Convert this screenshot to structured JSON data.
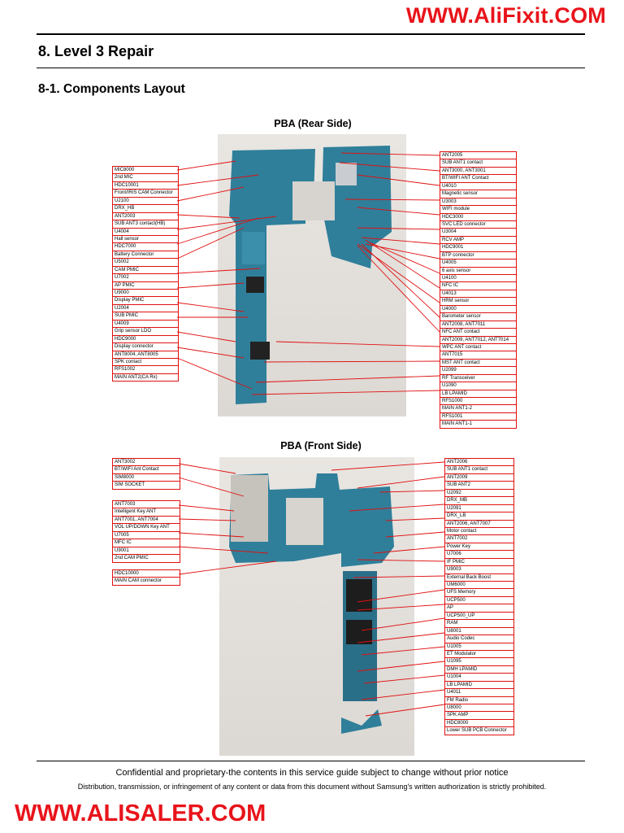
{
  "watermark_top": "WWW.AliFixit.COM",
  "watermark_bottom": "WWW.ALISALER.COM",
  "heading": "8. Level 3 Repair",
  "subheading": "8-1. Components Layout",
  "rear": {
    "title": "PBA (Rear Side)",
    "left_labels": [
      "MIC8000",
      "2nd MIC",
      "HDC10001",
      "Front/IRIS CAM Connector",
      "U2100",
      "DRX_HB",
      "ANT2003",
      "SUB ANT3 contact(HB)",
      "U4004",
      "Hall sensor",
      "HDC7000",
      "Battery Connector",
      "U5002",
      "CAM PMIC",
      "U7002",
      "AP PMIC",
      "U9000",
      "Display PMIC",
      "U2004",
      "SUB PMIC",
      "U4009",
      "Grip sensor LDO",
      "HDC9000",
      "Display connector",
      "ANT8004, ANT8005",
      "SPK contact",
      "RFS1002",
      "MAIN ANT2(CA Rx)"
    ],
    "right_labels": [
      "ANT2005",
      "SUB ANT1 contact",
      "ANT3000, ANT3001",
      "BT/WIFI ANT Contact",
      "U4010",
      "Magnetic sensor",
      "U3003",
      "WIFI module",
      "HDC3000",
      "SVC LED connector",
      "U3004",
      "RCV AMP",
      "HDC9001",
      "BTP connector",
      "U4005",
      "6 axis sensor",
      "U4100",
      "NFC IC",
      "U4013",
      "HRM sensor",
      "U4000",
      "Barometer sensor",
      "ANT2008, ANT7011",
      "NFC ANT contact",
      "ANT2009, ANT7012, ANT7014",
      "WPC ANT contact",
      "ANT7015",
      "MST ANT contact",
      "U2099",
      "RF Transceiver",
      "U1090",
      "LB LPAMID",
      "RFS1000",
      "MAIN ANT1-2",
      "RFS1001",
      "MAIN ANT1-1"
    ]
  },
  "front": {
    "title": "PBA (Front Side)",
    "left_labels": [
      "ANT3002",
      "BT/WIFI Ant Contact",
      "SIM8000",
      "SIM SOCKET",
      "ANT7003",
      "Intelligent Key ANT",
      "ANT7001, ANT7004",
      "VOL UP/DOWN Key ANT",
      "U7005",
      "MFC IC",
      "U9001",
      "2nd CAM PMIC",
      "HDC10000",
      "MAIN CAM connector"
    ],
    "right_labels": [
      "ANT2006",
      "SUB ANT1 contact",
      "ANT2009",
      "SUB ANT2",
      "U2092",
      "DRX_MB",
      "U2091",
      "DRX_LB",
      "ANT2006, ANT7007",
      "Motor contact",
      "ANT7002",
      "Power Key",
      "U7006",
      "IF PMIC",
      "U9003",
      "External Back Boost",
      "UM6000",
      "UFS Memory",
      "UCP500",
      "AP",
      "UCP500_UP",
      "RAM",
      "U8001",
      "Audio Codec",
      "U1005",
      "ET Modulator",
      "U1095",
      "DMH LPAMID",
      "U1004",
      "LB LPAMID",
      "U4011",
      "FM Radio",
      "U8000",
      "SPK AMP",
      "HDC8000",
      "Lower SUB PCB Connector"
    ]
  },
  "footer_line1": "Confidential and proprietary-the contents in this service guide subject to change without prior notice",
  "footer_line2": "Distribution, transmission, or infringement of any content or data from this document without Samsung's written authorization is strictly prohibited.",
  "colors": {
    "watermark": "#e8141b",
    "callout": "#e01010",
    "pcb": "#2f7f9a"
  }
}
